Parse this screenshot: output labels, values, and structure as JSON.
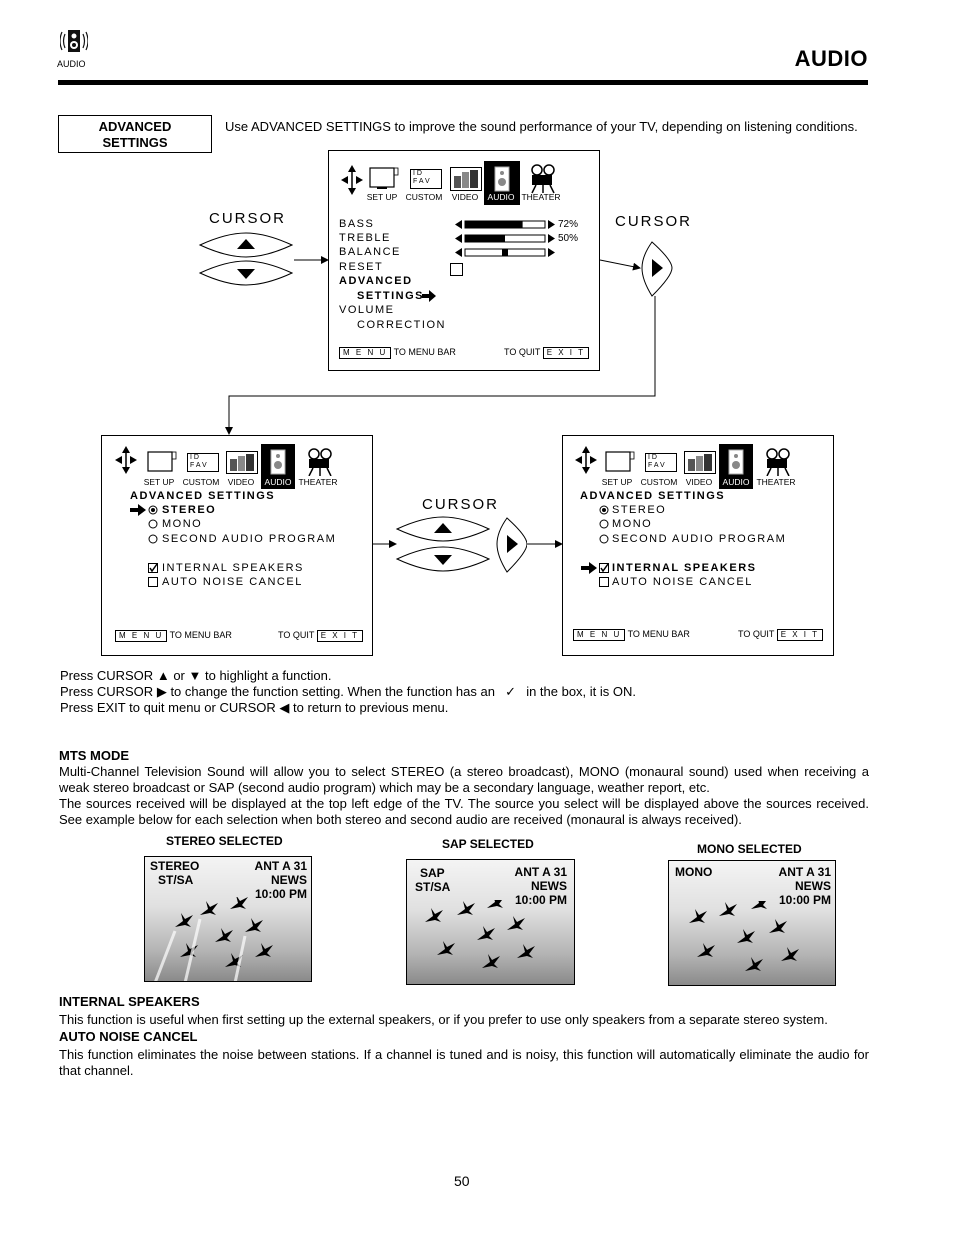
{
  "header": {
    "icon_label": "AUDIO",
    "title": "AUDIO"
  },
  "section": {
    "label_line1": "ADVANCED",
    "label_line2": "SETTINGS",
    "intro": "Use ADVANCED SETTINGS to improve the sound performance of your TV, depending on listening conditions."
  },
  "tabs": [
    "SET UP",
    "CUSTOM",
    "VIDEO",
    "AUDIO",
    "THEATER"
  ],
  "id_fav": {
    "line1": "I D",
    "line2": "F A V"
  },
  "cursor_label": "CURSOR",
  "footer": {
    "menu_key": "M E N U",
    "to_menu_bar": "TO MENU BAR",
    "to_quit": "TO QUIT",
    "exit_key": "E X I T"
  },
  "audio_menu": {
    "items": [
      "BASS",
      "TREBLE",
      "BALANCE",
      "RESET",
      "ADVANCED",
      "SETTINGS",
      "VOLUME",
      "CORRECTION"
    ],
    "bass_value": "72%",
    "treble_value": "50%",
    "bass_level": 0.72,
    "treble_level": 0.5
  },
  "adv_menu": {
    "title": "ADVANCED SETTINGS",
    "options": [
      "STEREO",
      "MONO",
      "SECOND AUDIO PROGRAM"
    ],
    "checks": [
      "INTERNAL SPEAKERS",
      "AUTO NOISE CANCEL"
    ]
  },
  "instructions": {
    "line1_a": "Press CURSOR",
    "line1_b": "or",
    "line1_c": "to highlight a function.",
    "line2_a": "Press CURSOR",
    "line2_b": "to change the function setting. When the function has an",
    "line2_c": "in the box, it is ON.",
    "line3_a": "Press EXIT to quit menu or CURSOR",
    "line3_b": "to return to previous menu."
  },
  "mts": {
    "heading": "MTS MODE",
    "para1": "Multi-Channel Television Sound will allow you to select STEREO (a stereo broadcast), MONO (monaural sound) used when receiving a weak stereo broadcast or SAP (second audio program) which may be a secondary language, weather report, etc.",
    "para2": "The sources received will be displayed at the top left edge of the TV.  The source you select will be displayed above the sources received.  See example below for each selection when both stereo and second audio are received (monaural is always received)."
  },
  "screens": [
    {
      "caption": "STEREO SELECTED",
      "left1": "STEREO",
      "left2": "ST/SA",
      "right1": "ANT A 31",
      "right2": "NEWS",
      "right3": "10:00 PM"
    },
    {
      "caption": "SAP SELECTED",
      "left1": "SAP",
      "left2": "ST/SA",
      "right1": "ANT A 31",
      "right2": "NEWS",
      "right3": "10:00 PM"
    },
    {
      "caption": "MONO SELECTED",
      "left1": "MONO",
      "left2": "",
      "right1": "ANT A 31",
      "right2": "NEWS",
      "right3": "10:00 PM"
    }
  ],
  "internal_speakers": {
    "heading": "INTERNAL SPEAKERS",
    "text": "This function is useful when first setting up the external speakers, or if you prefer to use only speakers from a separate stereo system."
  },
  "auto_noise": {
    "heading": "AUTO NOISE CANCEL",
    "text": "This function eliminates the noise between stations. If a channel is tuned and is noisy, this function will automatically eliminate the audio for that channel."
  },
  "page_number": "50"
}
